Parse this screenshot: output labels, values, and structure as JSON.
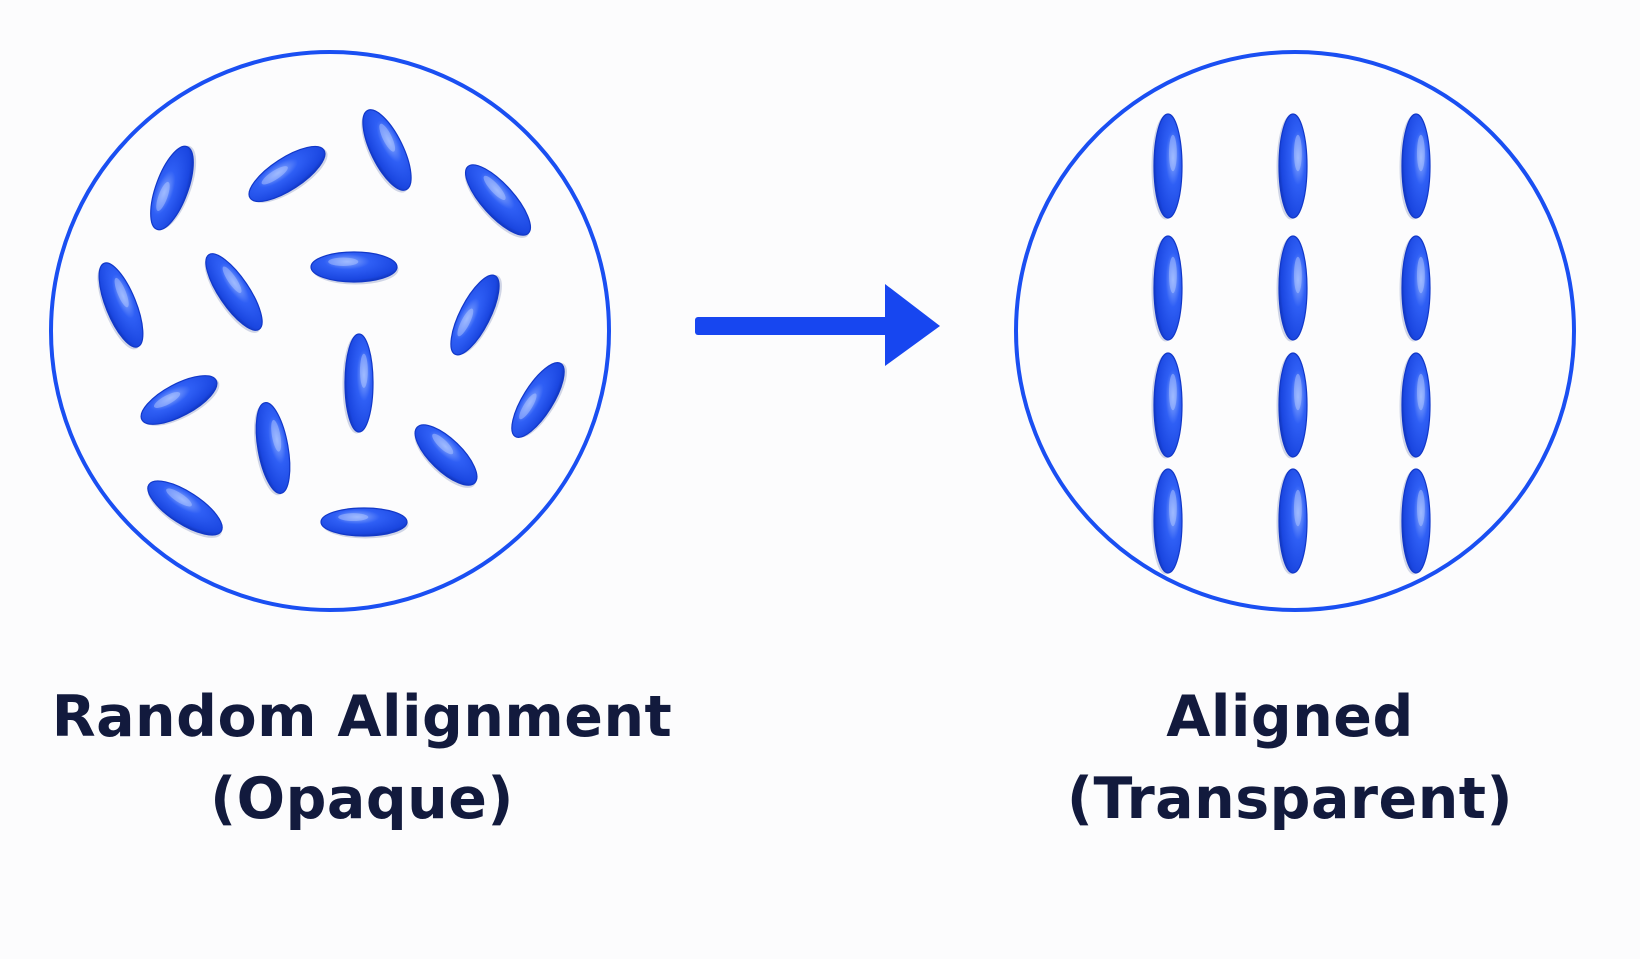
{
  "colors": {
    "accent": "#1a4ff2",
    "ellipse_fill": "#1f50ea",
    "ellipse_dark": "#0b2fb8",
    "ellipse_highlight": "#7fa3ff",
    "text": "#121a3d",
    "background": "#fcfcfd"
  },
  "left_panel": {
    "label_line1": "Random Alignment",
    "label_line2": "(Opaque)",
    "particle_count": 15,
    "orientation": "random"
  },
  "right_panel": {
    "label_line1": "Aligned",
    "label_line2": "(Transparent)",
    "particle_count": 12,
    "orientation": "vertical",
    "rows": 4,
    "columns": 3
  },
  "arrow": {
    "direction": "right",
    "icon": "right-arrow-icon"
  }
}
